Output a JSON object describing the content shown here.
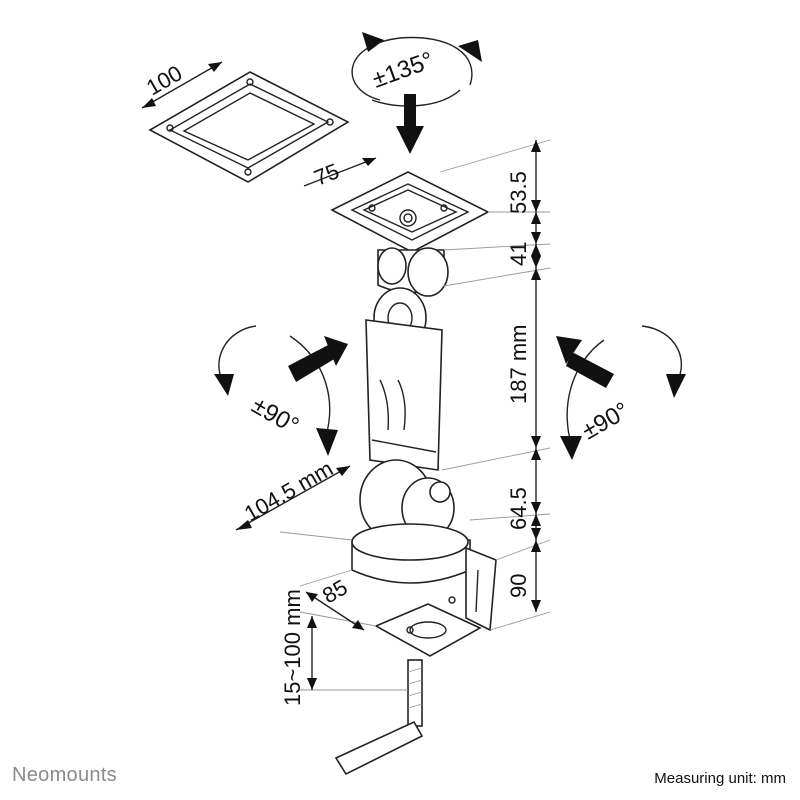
{
  "brand": {
    "name": "Neomounts"
  },
  "footer": {
    "unit_note": "Measuring unit: mm"
  },
  "dimensions": {
    "vesa_large": "100",
    "vesa_small": "75",
    "top_plate_height": "53.5",
    "head_joint_height": "41",
    "arm_length": "187 mm",
    "lower_joint_height": "64.5",
    "base_height": "90",
    "arm_depth": "104.5 mm",
    "clamp_depth": "85",
    "clamp_range": "15~100 mm"
  },
  "rotations": {
    "swivel": "±135°",
    "tilt_left": "±90°",
    "tilt_right": "±90°"
  },
  "colors": {
    "line": "#222222",
    "guide": "#999999",
    "brand": "#8a8a8a"
  }
}
